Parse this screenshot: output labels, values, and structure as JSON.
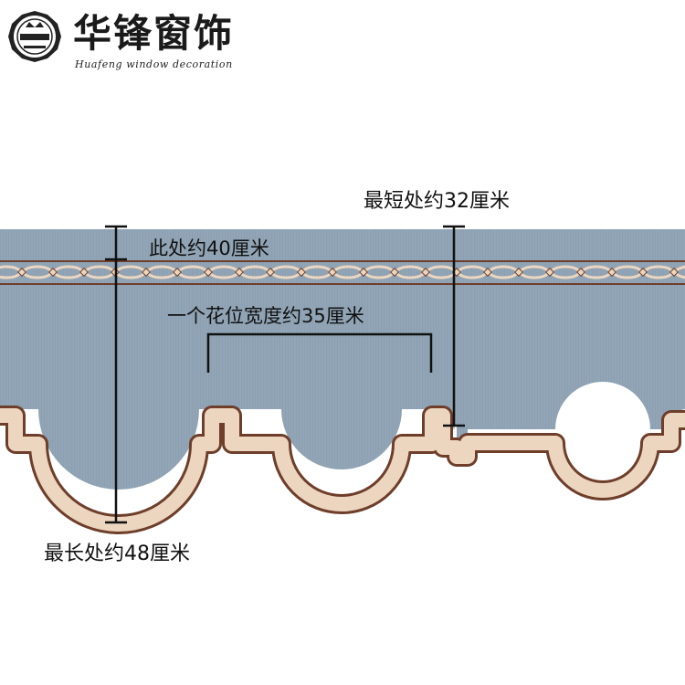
{
  "brand": {
    "name_cn": "华锋窗饰",
    "name_en": "Huafeng window decoration"
  },
  "annotations": {
    "shortest": "最短处约32厘米",
    "top_band": "此处约40厘米",
    "pattern_width": "一个花位宽度约35厘米",
    "longest": "最长处约48厘米"
  },
  "colors": {
    "fabric": "#91a5b6",
    "trim_cream": "#ecd6c0",
    "trim_brown": "#6e3e2a",
    "measure_line": "#111111"
  }
}
